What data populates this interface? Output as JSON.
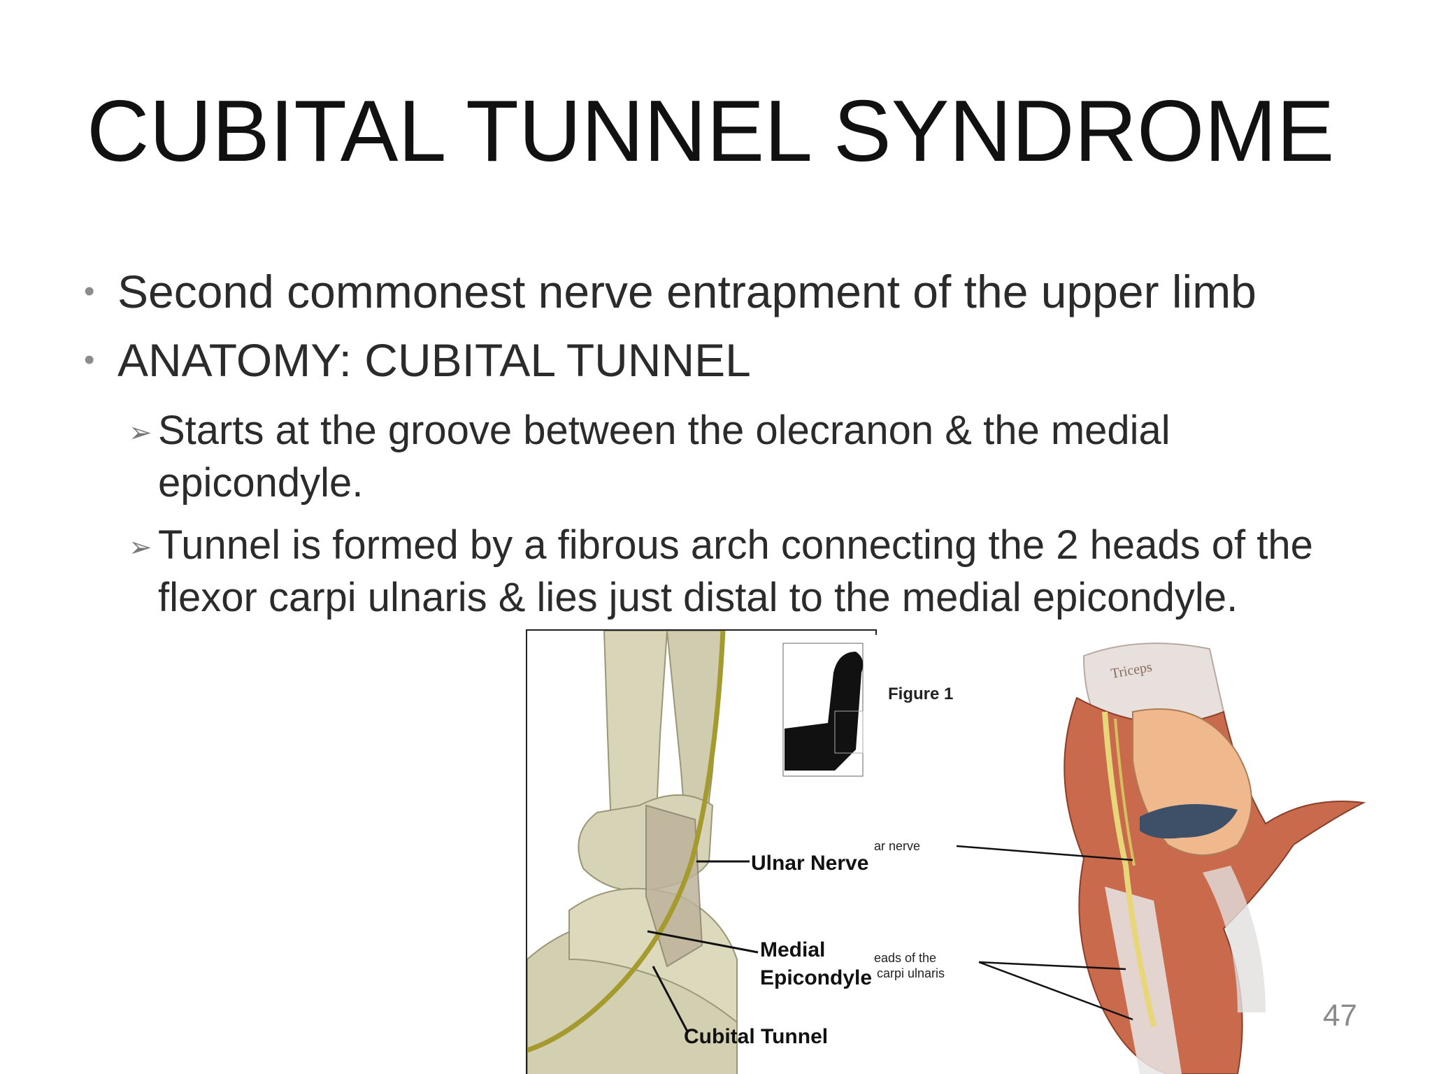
{
  "slide": {
    "title": "CUBITAL TUNNEL SYNDROME",
    "bullets": [
      "Second commonest nerve entrapment of the upper limb",
      "ANATOMY: CUBITAL TUNNEL"
    ],
    "sub_bullets": [
      "Starts at the groove between the olecranon & the medial epicondyle.",
      "Tunnel is formed by a fibrous arch connecting the 2 heads of the flexor carpi ulnaris & lies just distal to the medial epicondyle."
    ],
    "page_number": "47"
  },
  "figure_left": {
    "labels": {
      "ulnar_nerve": "Ulnar Nerve",
      "medial_epicondyle_1": "Medial",
      "medial_epicondyle_2": "Epicondyle",
      "cubital_tunnel": "Cubital Tunnel"
    }
  },
  "figure_right": {
    "caption": "Figure 1",
    "top_label": "Triceps",
    "labels": {
      "nerve": "ar nerve",
      "heads_1": "eads of the",
      "heads_2": "carpi ulnaris"
    }
  },
  "colors": {
    "title": "#111111",
    "text": "#2b2b2b",
    "bullet": "#8c8c8c",
    "nerve": "#b5a83a",
    "bone": "#d6d3b5",
    "muscle": "#c9684a"
  }
}
